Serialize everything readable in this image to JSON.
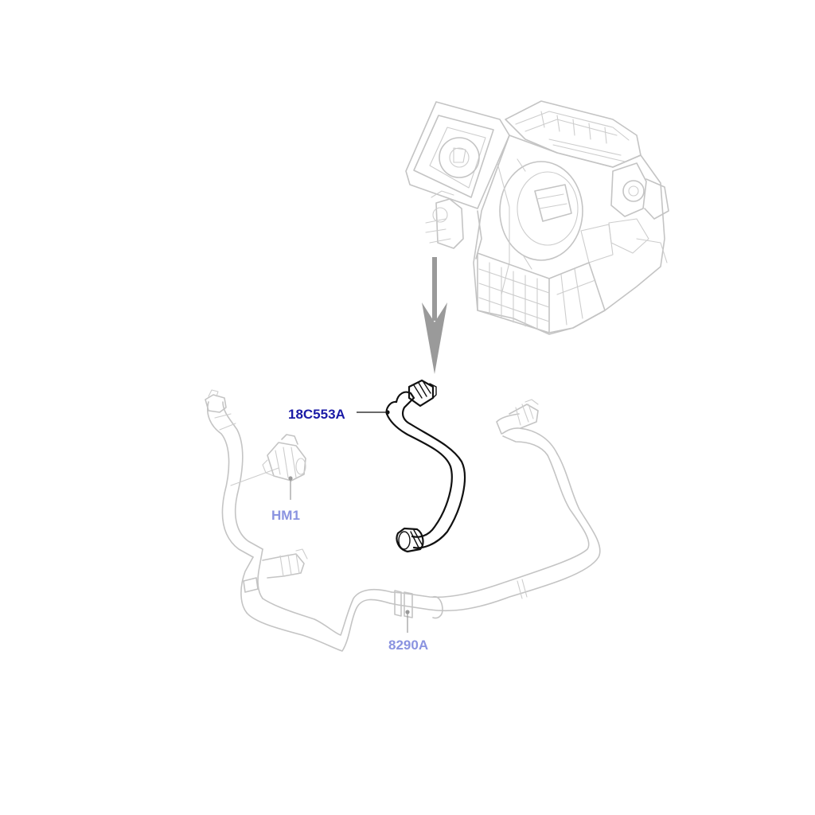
{
  "diagram": {
    "callouts": [
      {
        "id": "part-18c553a",
        "text": "18C553A",
        "color": "#1a1aa6",
        "highlighted": true
      },
      {
        "id": "part-hm1",
        "text": "HM1",
        "color": "#8a93e0",
        "highlighted": false
      },
      {
        "id": "part-8290a",
        "text": "8290A",
        "color": "#8a93e0",
        "highlighted": false
      }
    ],
    "colors": {
      "highlighted_part": "#111111",
      "context_parts": "#c4c4c4",
      "arrow": "#9a9a9a"
    },
    "icons": [
      "heater-unit-icon",
      "down-arrow-icon",
      "heater-hose-icon",
      "coolant-hose-icon",
      "valve-icon"
    ]
  }
}
